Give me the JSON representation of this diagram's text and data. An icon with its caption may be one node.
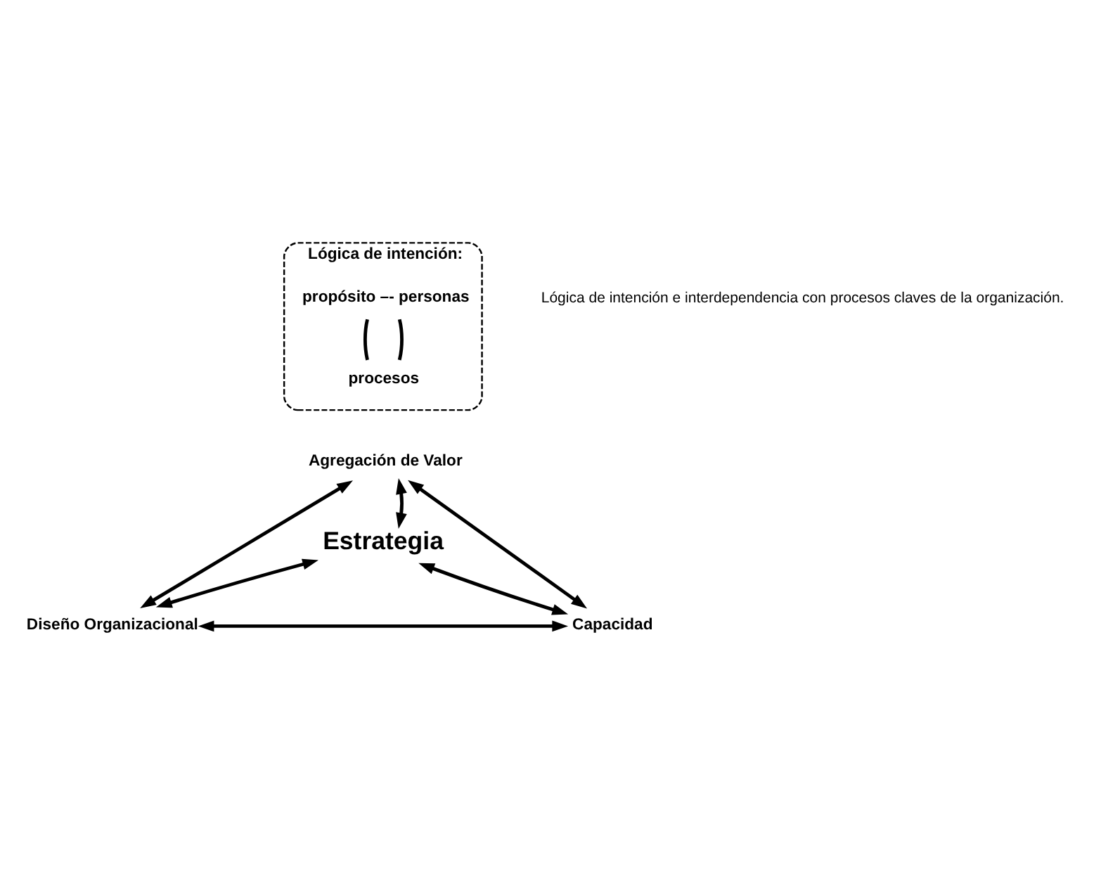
{
  "diagram": {
    "nodes": [
      {
        "text": [
          "Lógica de intención:"
        ]
      },
      {
        "text": [
          "propósito –- personas"
        ],
        "in": 0
      },
      {
        "text": [
          "procesos"
        ],
        "in": 0
      },
      {
        "text": [
          "Agregación de Valor"
        ]
      },
      {
        "text": [
          "Estrategia"
        ]
      },
      {
        "text": [
          "Diseño Organizacional"
        ]
      },
      {
        "text": [
          "Capacidad"
        ]
      }
    ],
    "edges": [
      {
        "from": 1,
        "to": 2,
        "arrow": "none"
      },
      {
        "from": 1,
        "to": 2,
        "arrow": "none"
      },
      {
        "from": 5,
        "to": 3,
        "arrow": "both"
      },
      {
        "from": 6,
        "to": 3,
        "arrow": "both"
      },
      {
        "from": 4,
        "to": 3,
        "arrow": "both"
      },
      {
        "from": 4,
        "to": 5,
        "arrow": "both"
      },
      {
        "from": 4,
        "to": 6,
        "arrow": "both"
      },
      {
        "from": 5,
        "to": 6,
        "arrow": "both"
      }
    ],
    "labels": [
      "Lógica de intención e interdependencia con procesos claves de la organización."
    ]
  }
}
